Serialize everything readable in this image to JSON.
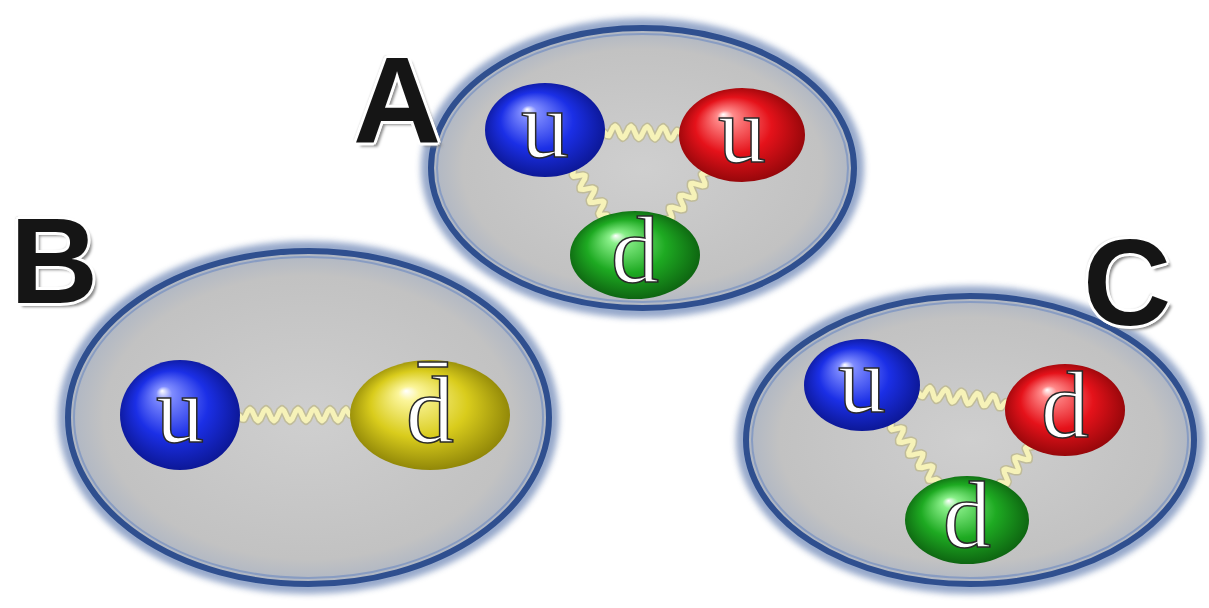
{
  "diagram": {
    "nodes": [
      {
        "text": [
          "A"
        ]
      },
      {
        "text": [
          "u"
        ],
        "in": 0
      },
      {
        "text": [
          "u"
        ],
        "in": 0
      },
      {
        "text": [
          "d"
        ],
        "in": 0
      },
      {
        "text": [
          "B"
        ]
      },
      {
        "text": [
          "u"
        ],
        "in": 4
      },
      {
        "text": [
          "d̄"
        ],
        "in": 4
      },
      {
        "text": [
          "C"
        ]
      },
      {
        "text": [
          "u"
        ],
        "in": 7
      },
      {
        "text": [
          "d"
        ],
        "in": 7
      },
      {
        "text": [
          "d"
        ],
        "in": 7
      }
    ],
    "edges": [
      {
        "from": 1,
        "to": 2,
        "arrow": "none"
      },
      {
        "from": 1,
        "to": 3,
        "arrow": "none"
      },
      {
        "from": 2,
        "to": 3,
        "arrow": "none"
      },
      {
        "from": 5,
        "to": 6,
        "arrow": "none"
      },
      {
        "from": 8,
        "to": 9,
        "arrow": "none"
      },
      {
        "from": 8,
        "to": 10,
        "arrow": "none"
      },
      {
        "from": 9,
        "to": 10,
        "arrow": "none"
      }
    ]
  }
}
